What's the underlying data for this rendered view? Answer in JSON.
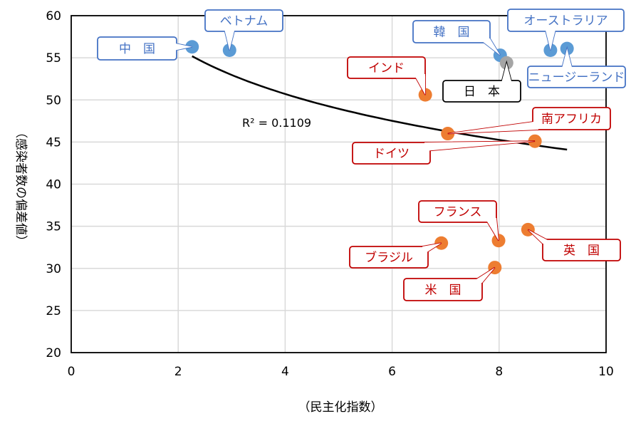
{
  "chart_data": {
    "type": "scatter",
    "title": "",
    "xlabel": "（民主化指数）",
    "ylabel": "（感染者数の偏差値）",
    "xlim": [
      0,
      10
    ],
    "ylim": [
      20,
      60
    ],
    "x_ticks": [
      "0",
      "2",
      "4",
      "6",
      "8",
      "10"
    ],
    "y_ticks": [
      "20",
      "25",
      "30",
      "35",
      "40",
      "45",
      "50",
      "55",
      "60"
    ],
    "grid": true,
    "colors": {
      "blue": "#5b9bd5",
      "orange": "#ed7d31",
      "gray": "#a5a5a5",
      "blue_label": "#4472c4",
      "red_label": "#c00000",
      "black_label": "#000000"
    },
    "points": [
      {
        "name": "中　国",
        "x": 2.26,
        "y": 56.3,
        "group": "blue"
      },
      {
        "name": "ベトナム",
        "x": 2.96,
        "y": 55.9,
        "group": "blue"
      },
      {
        "name": "韓　国",
        "x": 8.02,
        "y": 55.3,
        "group": "blue"
      },
      {
        "name": "日　本",
        "x": 8.14,
        "y": 54.4,
        "group": "gray"
      },
      {
        "name": "オーストラリア",
        "x": 8.96,
        "y": 55.9,
        "group": "blue"
      },
      {
        "name": "ニュージーランド",
        "x": 9.27,
        "y": 56.1,
        "group": "blue"
      },
      {
        "name": "インド",
        "x": 6.62,
        "y": 50.6,
        "group": "orange"
      },
      {
        "name": "南アフリカ",
        "x": 7.04,
        "y": 46.0,
        "group": "orange"
      },
      {
        "name": "ドイツ",
        "x": 8.67,
        "y": 45.1,
        "group": "orange"
      },
      {
        "name": "フランス",
        "x": 7.99,
        "y": 33.3,
        "group": "orange"
      },
      {
        "name": "ブラジル",
        "x": 6.92,
        "y": 33.0,
        "group": "orange"
      },
      {
        "name": "英　国",
        "x": 8.54,
        "y": 34.6,
        "group": "orange"
      },
      {
        "name": "米　国",
        "x": 7.92,
        "y": 30.1,
        "group": "orange"
      }
    ],
    "trendline": {
      "type": "logarithmic",
      "a": -7.86,
      "b": 61.6,
      "x_range": [
        2.26,
        9.27
      ],
      "r2_label": "R² = 0.1109"
    }
  }
}
